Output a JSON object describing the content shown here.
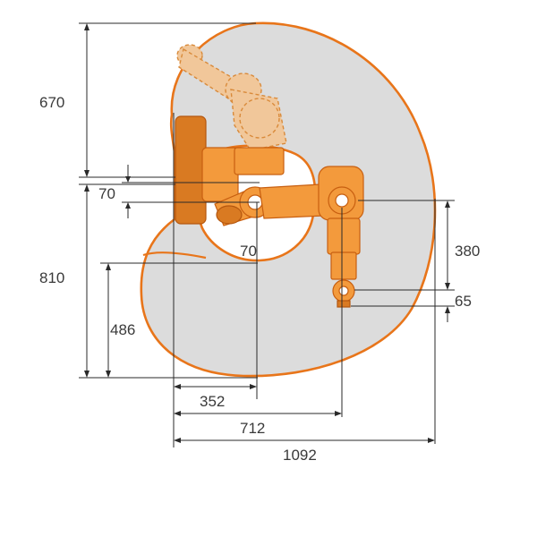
{
  "diagram": {
    "colors": {
      "envelope_fill": "#dcdcdc",
      "envelope_stroke": "#e8751a",
      "robot": "#f39a3c",
      "dimension_lines": "#2a2a2a"
    },
    "labels": {
      "dim_670": "670",
      "dim_810": "810",
      "dim_486": "486",
      "dim_70_vertical": "70",
      "dim_70_inner": "70",
      "dim_380": "380",
      "dim_65": "65",
      "dim_352": "352",
      "dim_712": "712",
      "dim_1092": "1092"
    }
  }
}
